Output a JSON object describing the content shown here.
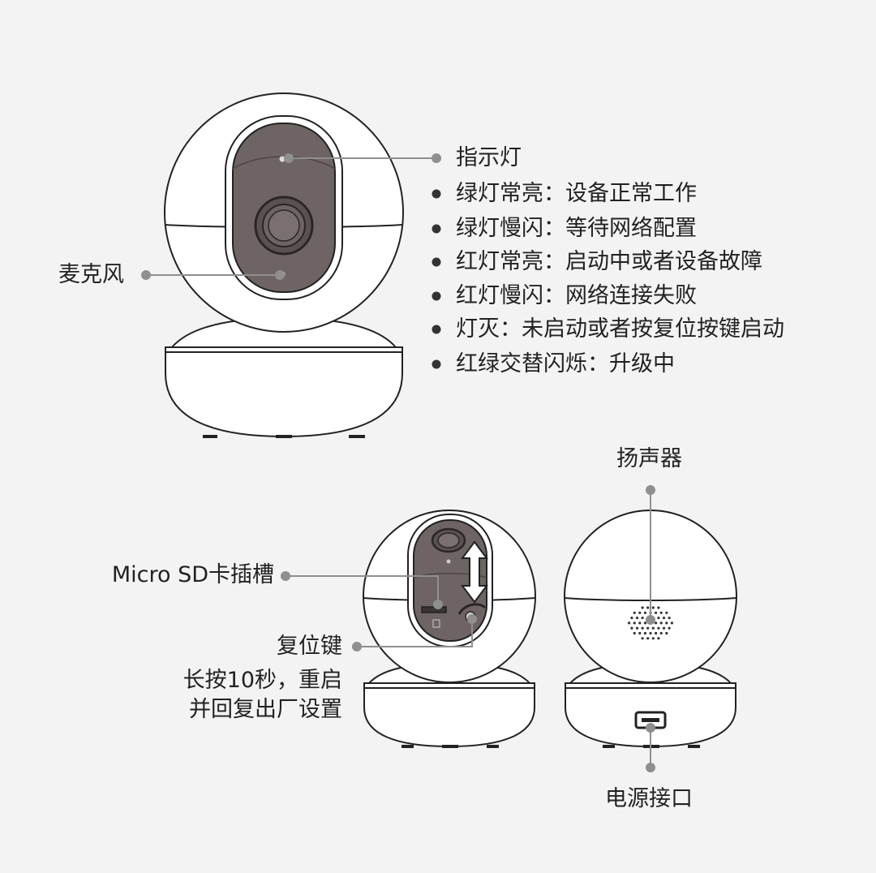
{
  "indicator": {
    "title": "指示灯",
    "states": [
      "绿灯常亮：设备正常工作",
      "绿灯慢闪：等待网络配置",
      "红灯常亮：启动中或者设备故障",
      "红灯慢闪：网络连接失败",
      "灯灭：未启动或者按复位按键启动",
      "红绿交替闪烁：升级中"
    ]
  },
  "microphone": {
    "label": "麦克风"
  },
  "sd_slot": {
    "label": "Micro SD卡插槽"
  },
  "reset": {
    "label": "复位键",
    "note_line1": "长按10秒，重启",
    "note_line2": "并回复出厂设置"
  },
  "speaker": {
    "label": "扬声器"
  },
  "power": {
    "label": "电源接口"
  }
}
